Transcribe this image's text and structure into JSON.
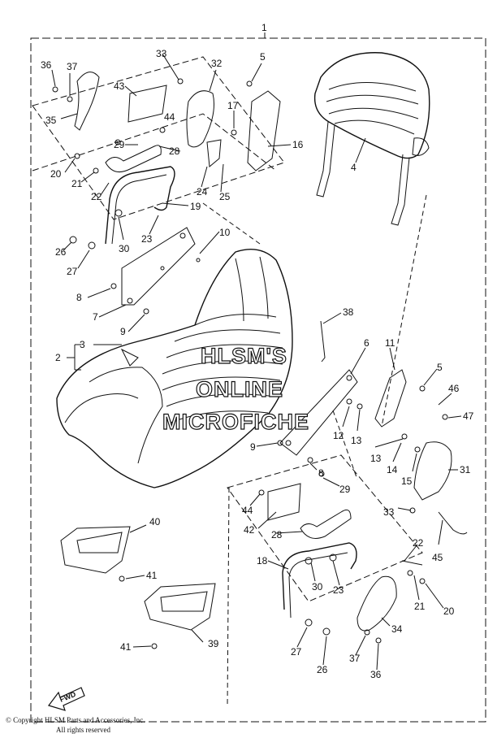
{
  "diagram": {
    "top_label": "1",
    "watermark": [
      "HLSM'S",
      "ONLINE",
      "MICROFICHE"
    ],
    "fwd_label": "FWD",
    "copyright_line1": "© Copyright HLSM Parts and Accessories, Inc.",
    "copyright_line2": "All rights reserved",
    "callouts": {
      "c36a": "36",
      "c37a": "37",
      "c35": "35",
      "c43": "43",
      "c44a": "44",
      "c33a": "33",
      "c32": "32",
      "c5a": "5",
      "c17": "17",
      "c16": "16",
      "c4": "4",
      "c29a": "29",
      "c28a": "28",
      "c20a": "20",
      "c21a": "21",
      "c22a": "22",
      "c19": "19",
      "c24": "24",
      "c25": "25",
      "c23a": "23",
      "c30a": "30",
      "c26a": "26",
      "c27a": "27",
      "c10": "10",
      "c8a": "8",
      "c7": "7",
      "c9a": "9",
      "c38": "38",
      "c3": "3",
      "c2": "2",
      "c6": "6",
      "c11": "11",
      "c5b": "5",
      "c46": "46",
      "c47": "47",
      "c12": "12",
      "c13a": "13",
      "c13b": "13",
      "c14": "14",
      "c15": "15",
      "c31": "31",
      "c9b": "9",
      "c8b": "8",
      "c29b": "29",
      "c44b": "44",
      "c42": "42",
      "c28b": "28",
      "c33b": "33",
      "c22b": "22",
      "c45": "45",
      "c40": "40",
      "c18": "18",
      "c41a": "41",
      "c30b": "30",
      "c23b": "23",
      "c21b": "21",
      "c20b": "20",
      "c34": "34",
      "c39": "39",
      "c41b": "41",
      "c27b": "27",
      "c37b": "37",
      "c26b": "26",
      "c36b": "36"
    }
  }
}
